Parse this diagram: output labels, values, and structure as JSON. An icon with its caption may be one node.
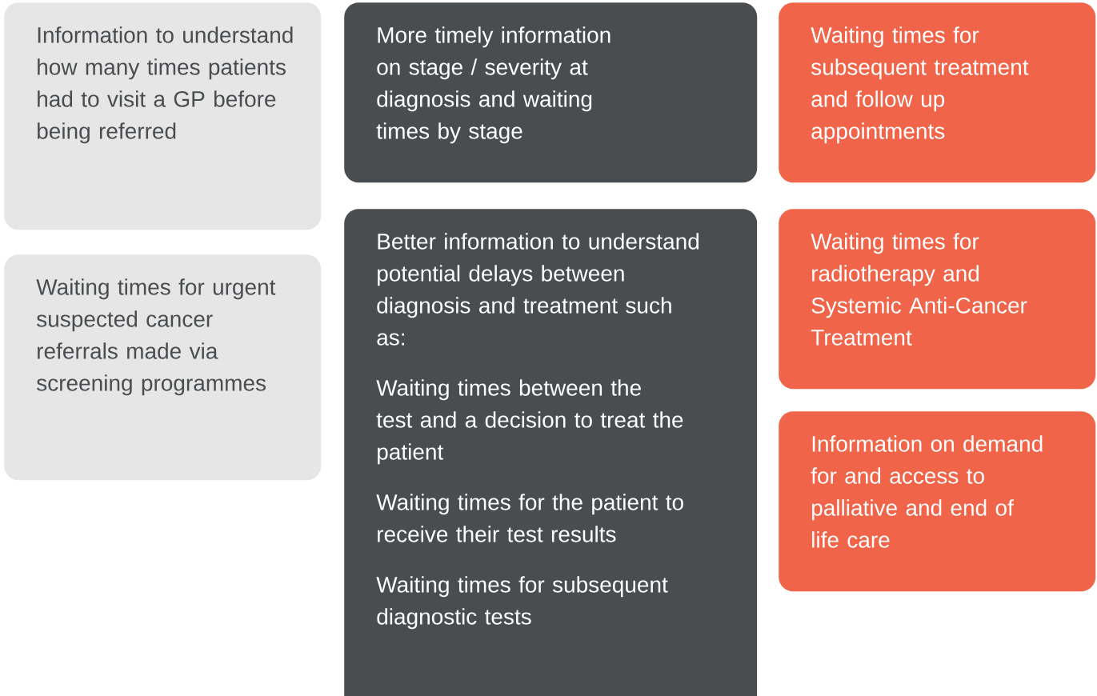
{
  "diagram": {
    "nodes": [
      {
        "text": [
          "Information to understand how many times patients had to visit a GP before being referred"
        ]
      },
      {
        "text": [
          "Waiting times for urgent suspected cancer referrals made via screening programmes"
        ]
      },
      {
        "text": [
          "More timely information on stage / severity at diagnosis and waiting times by stage"
        ]
      },
      {
        "text": [
          "Better information to understand potential delays between diagnosis and treatment such as:",
          "Waiting times between the test and a decision to treat the patient",
          "Waiting times for the patient to receive their test results",
          "Waiting times for subsequent diagnostic tests"
        ]
      },
      {
        "text": [
          "Waiting times for subsequent treatment and follow up appointments"
        ]
      },
      {
        "text": [
          "Waiting times for radiotherapy and Systemic Anti-Cancer Treatment"
        ]
      },
      {
        "text": [
          "Information on demand for and access to palliative and end of life care"
        ]
      }
    ]
  }
}
